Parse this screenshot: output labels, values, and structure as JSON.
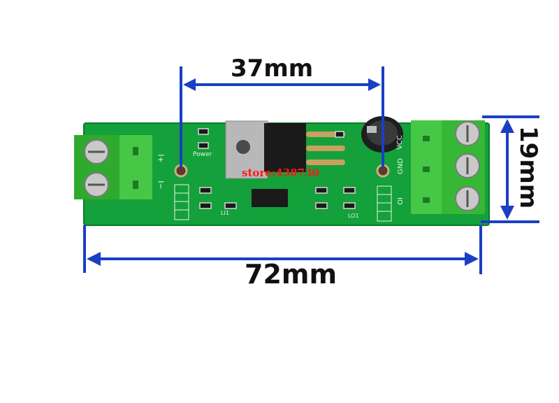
{
  "dimensions": {
    "hole_spacing": "37mm",
    "board_length": "72mm",
    "board_width": "19mm"
  },
  "watermark": "store:438730",
  "silkscreen": {
    "power": "Power",
    "input_plus": "I+",
    "input_minus": "I−",
    "gnd": "GND",
    "vcc": "VCC",
    "io": "IO",
    "li": "LI1",
    "lo": "LO1"
  },
  "colors": {
    "pcb": "#14a03a",
    "terminal": "#3cc23c",
    "dimension_line": "#1a3fc4",
    "watermark": "#ff1a1a"
  }
}
